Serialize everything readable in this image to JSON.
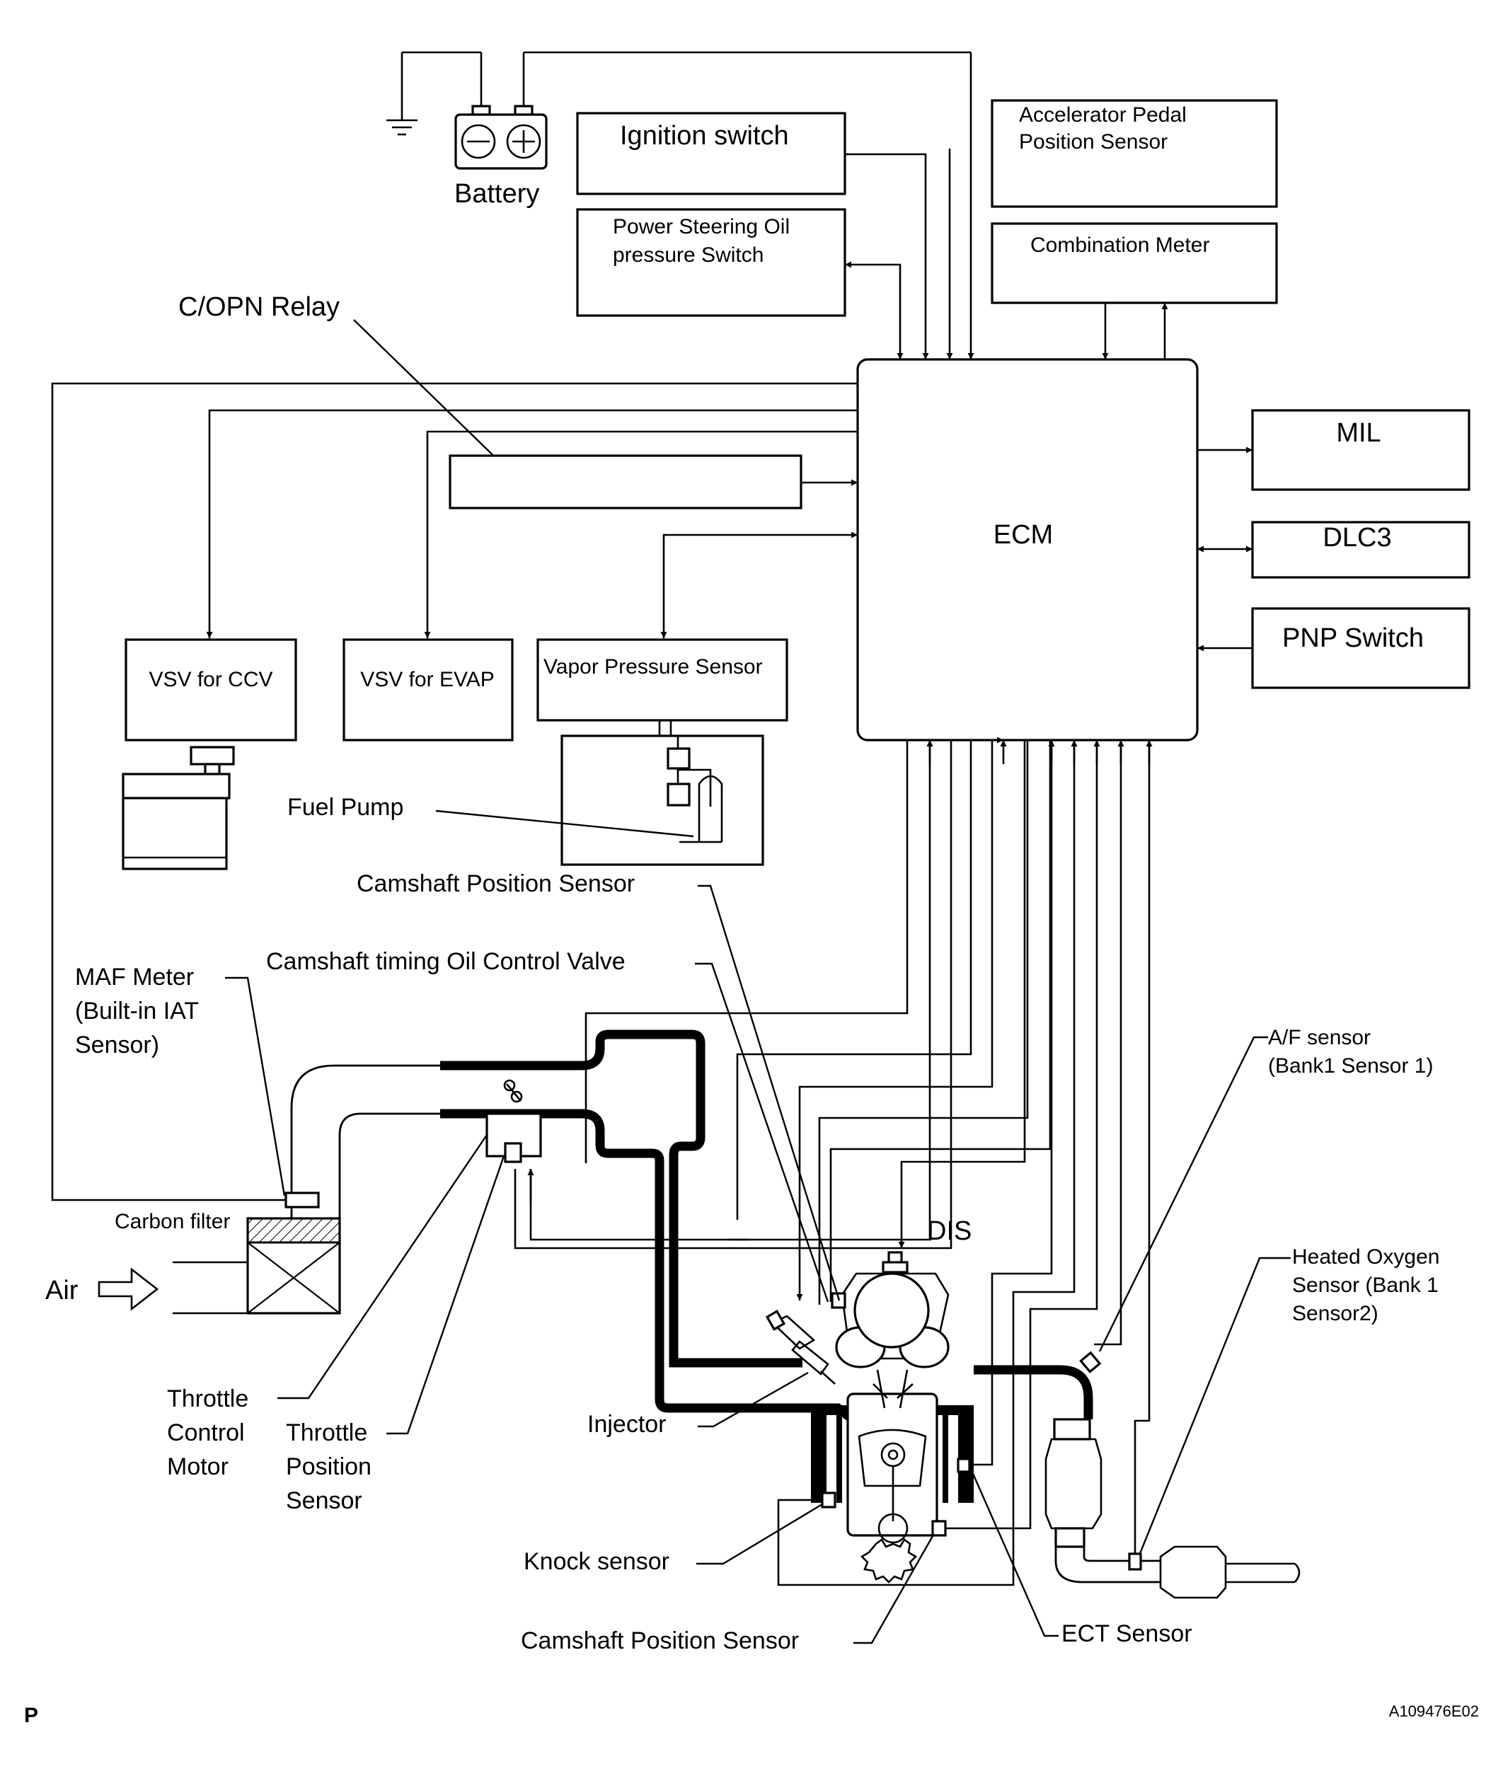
{
  "labels": {
    "battery": "Battery",
    "ignition_switch": "Ignition switch",
    "accel_pedal_1": "Accelerator Pedal",
    "accel_pedal_2": "Position Sensor",
    "ps_oil_1": "Power Steering Oil",
    "ps_oil_2": "pressure Switch",
    "combination_meter": "Combination Meter",
    "copn_relay": "C/OPN Relay",
    "ecm": "ECM",
    "mil": "MIL",
    "dlc3": "DLC3",
    "pnp_switch": "PNP Switch",
    "vsv_ccv": "VSV for CCV",
    "vsv_evap": "VSV for EVAP",
    "vapor_pressure_sensor": "Vapor Pressure Sensor",
    "fuel_pump": "Fuel Pump",
    "camshaft_position_sensor_top": "Camshaft Position Sensor",
    "cam_timing_ocv": "Camshaft timing Oil Control Valve",
    "maf_1": "MAF Meter",
    "maf_2": "(Built-in IAT",
    "maf_3": "Sensor)",
    "af_1": "A/F sensor",
    "af_2": "(Bank1 Sensor 1)",
    "carbon_filter": "Carbon filter",
    "air": "Air",
    "dis": "DIS",
    "ho2_1": "Heated Oxygen",
    "ho2_2": "Sensor (Bank 1",
    "ho2_3": "Sensor2)",
    "tcm_1": "Throttle",
    "tcm_2": "Control",
    "tcm_3": "Motor",
    "tps_1": "Throttle",
    "tps_2": "Position",
    "tps_3": "Sensor",
    "injector": "Injector",
    "knock_sensor": "Knock sensor",
    "camshaft_position_sensor_bottom": "Camshaft Position Sensor",
    "ect_sensor": "ECT Sensor",
    "page_letter": "P",
    "figure_code": "A109476E02"
  }
}
